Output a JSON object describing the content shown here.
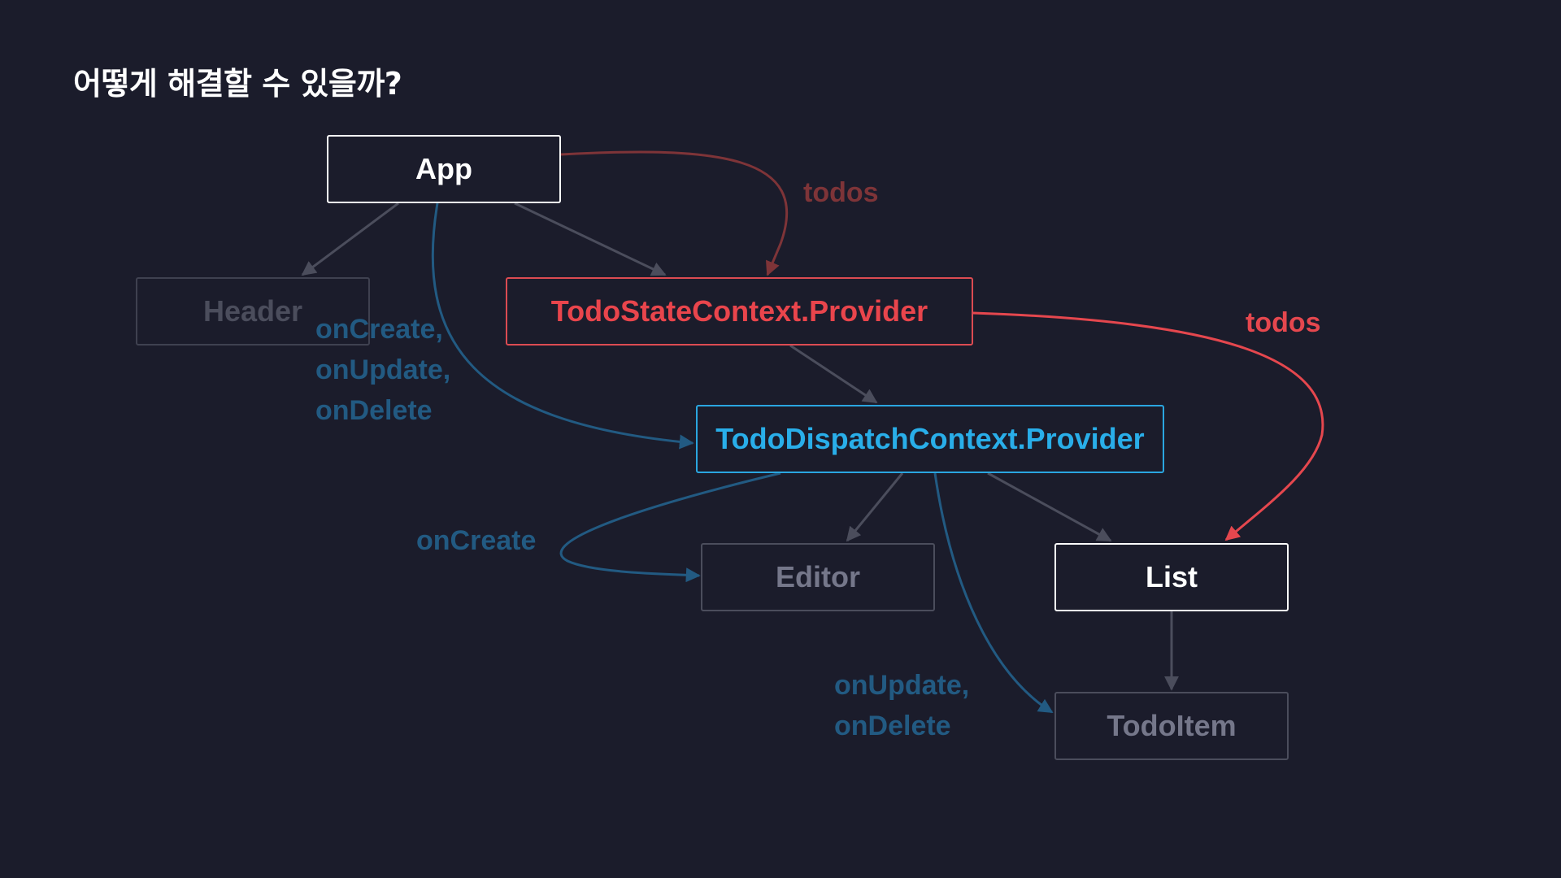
{
  "slide": {
    "title": "어떻게 해결할 수 있을까?"
  },
  "nodes": {
    "app": "App",
    "header": "Header",
    "state_provider": "TodoStateContext.Provider",
    "dispatch_provider": "TodoDispatchContext.Provider",
    "editor": "Editor",
    "list": "List",
    "todo_item": "TodoItem"
  },
  "labels": {
    "todos_top": "todos",
    "todos_right": "todos",
    "app_dispatch_props": "onCreate,\nonUpdate,\nonDelete",
    "editor_prop": "onCreate",
    "item_props": "onUpdate,\nonDelete"
  },
  "colors": {
    "background": "#1b1c2b",
    "state_red": "#e9454c",
    "dim_red": "#7e3438",
    "dispatch_blue": "#29aee9",
    "prop_blue": "#225a82",
    "edge_gray": "#4b4d5c"
  }
}
